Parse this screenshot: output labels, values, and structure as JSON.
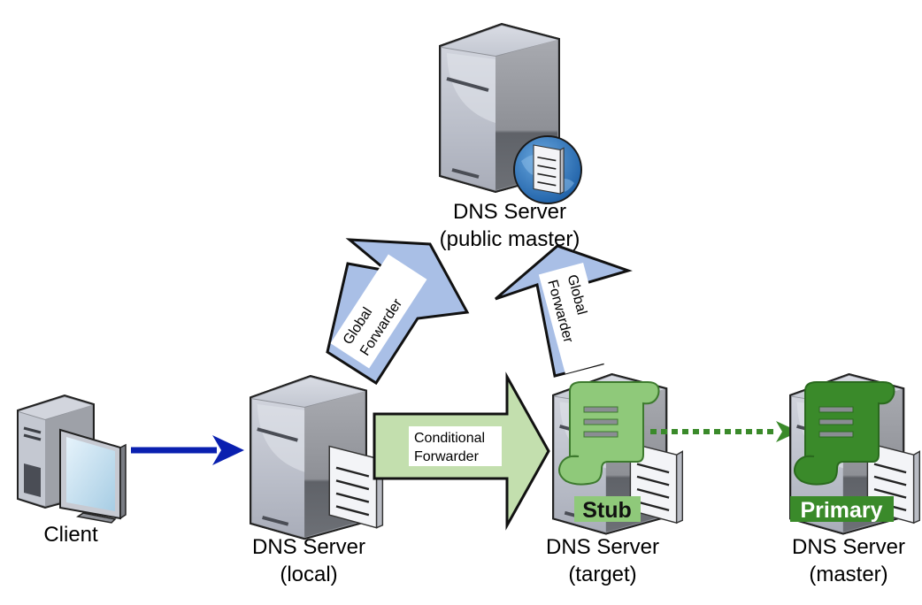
{
  "diagram": {
    "nodes": [
      {
        "id": "client",
        "icon": "client-computer-icon",
        "label_line1": "Client",
        "label_line2": ""
      },
      {
        "id": "local",
        "icon": "dns-server-icon",
        "label_line1": "DNS Server",
        "label_line2": "(local)"
      },
      {
        "id": "public_master",
        "icon": "dns-server-globe-icon",
        "label_line1": "DNS Server",
        "label_line2": "(public master)"
      },
      {
        "id": "target",
        "icon": "dns-server-zone-icon",
        "label_line1": "DNS Server",
        "label_line2": "(target)",
        "badge": "Stub"
      },
      {
        "id": "master",
        "icon": "dns-server-zone-icon",
        "label_line1": "DNS Server",
        "label_line2": "(master)",
        "badge": "Primary"
      }
    ],
    "edges": [
      {
        "from": "client",
        "to": "local",
        "style": "solid-arrow",
        "label": ""
      },
      {
        "from": "local",
        "to": "public_master",
        "style": "block-arrow",
        "label_line1": "Global",
        "label_line2": "Forwarder"
      },
      {
        "from": "target",
        "to": "public_master",
        "style": "block-arrow",
        "label_line1": "Global",
        "label_line2": "Forwarder"
      },
      {
        "from": "local",
        "to": "target",
        "style": "block-arrow",
        "label_line1": "Conditional",
        "label_line2": "Forwarder"
      },
      {
        "from": "target",
        "to": "master",
        "style": "dotted-arrow",
        "label": ""
      }
    ],
    "colors": {
      "client_arrow": "#0a20b0",
      "global_forwarder_fill": "#a9bfe6",
      "conditional_forwarder_fill": "#c3dfae",
      "stub_zone": "#8fc97a",
      "primary_zone": "#3a8a2a",
      "zone_transfer_arrow": "#3a8a2a"
    }
  }
}
